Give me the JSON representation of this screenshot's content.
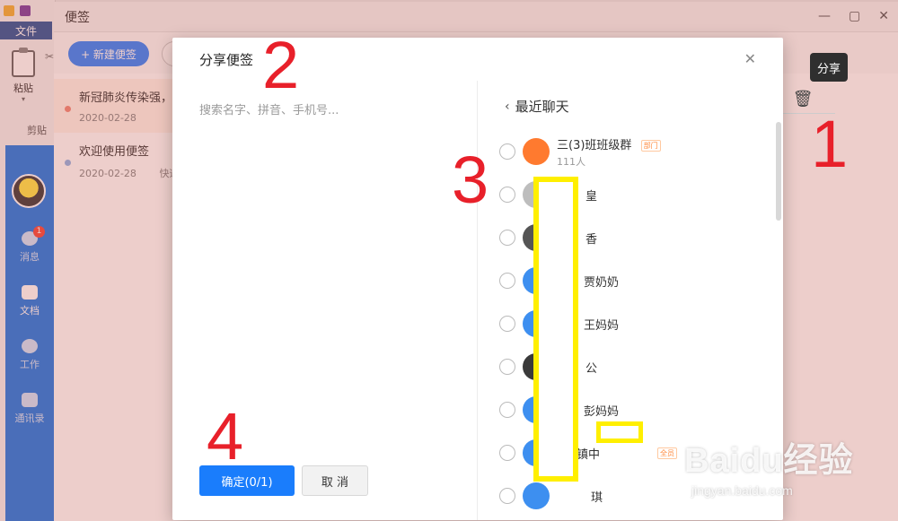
{
  "ribbon": {
    "file_tab": "文件",
    "paste": "粘贴",
    "clipboard_group": "剪贴"
  },
  "sidebar": {
    "items": [
      {
        "label": "消息",
        "badge": "1"
      },
      {
        "label": "文档"
      },
      {
        "label": "工作"
      },
      {
        "label": "通讯录"
      }
    ]
  },
  "notes_app": {
    "title": "便签",
    "new_button": "+ 新建便签",
    "notes": [
      {
        "title": "新冠肺炎传染强，",
        "date": "2020-02-28",
        "dot_color": "#f08a7a"
      },
      {
        "title": "欢迎使用便签",
        "date": "2020-02-28",
        "preview": "快速记",
        "dot_color": "#8fb3e6"
      }
    ],
    "tooltip": "分享"
  },
  "dialog": {
    "title": "分享便签",
    "search_placeholder": "搜索名字、拼音、手机号...",
    "recent_header": "最近聊天",
    "confirm_label": "确定(0/1)",
    "cancel_label": "取 消",
    "contacts": [
      {
        "name": "三(3)班班级群",
        "sub": "111人",
        "tag": "部门",
        "avatar_color": "#ff7a2f"
      },
      {
        "name": "皇",
        "avatar_color": "#bdbdbd"
      },
      {
        "name": "香",
        "avatar_color": "#555555"
      },
      {
        "name": "贾奶奶",
        "avatar_color": "#3d8ff0"
      },
      {
        "name": "王妈妈",
        "avatar_color": "#3d8ff0"
      },
      {
        "name": "公",
        "avatar_color": "#3a3a3a"
      },
      {
        "name": "彭妈妈",
        "avatar_color": "#3d8ff0"
      },
      {
        "name": "镇中",
        "tag": "全员",
        "avatar_color": "#3d8ff0"
      },
      {
        "name": "琪",
        "avatar_color": "#3d8ff0"
      }
    ]
  },
  "annotations": {
    "step1": "1",
    "step2": "2",
    "step3": "3",
    "step4": "4"
  },
  "watermark": {
    "brand": "Baidu经验",
    "url": "jingyan.baidu.com"
  }
}
